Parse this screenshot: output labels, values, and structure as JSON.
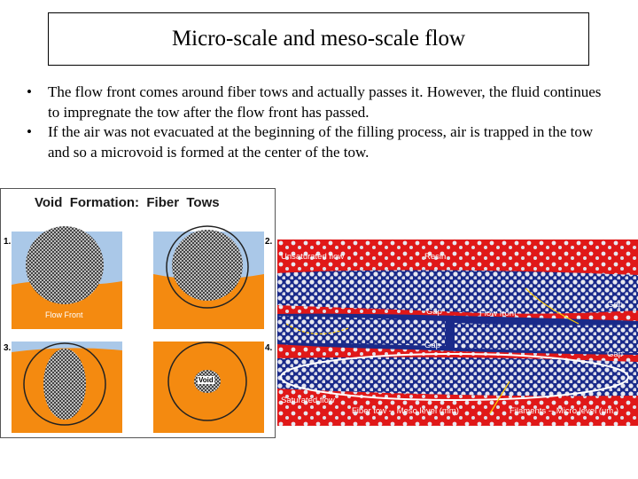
{
  "slide": {
    "title": "Micro-scale and meso-scale flow",
    "bullets": [
      "The flow front comes around fiber tows and actually passes it. However, the fluid continues to impregnate the tow after the flow front has passed.",
      "If the air was not evacuated at the beginning of the filling process, air is trapped in the tow and so a microvoid is formed at the center of the tow."
    ],
    "bullet_symbol": "•"
  },
  "figure_left": {
    "title": "Void  Formation:  Fiber  Tows",
    "panel_numbers": [
      "1.",
      "2.",
      "3.",
      "4."
    ],
    "flow_front_label": "Flow Front",
    "void_label": "Void",
    "colors": {
      "blue": "#aac8e8",
      "orange": "#f48a10",
      "tow": "#808080"
    }
  },
  "figure_right": {
    "labels": {
      "unsaturated_flow": "Unsaturated flow",
      "resin": "Resin",
      "gap_1": "Gap",
      "flow_front": "Flow front",
      "gap_2": "Gap",
      "gap_3": "Gap",
      "gap_4": "Gap",
      "saturated_flow": "Saturated flow",
      "fiber_tow": "Fiber tow -- Meso level (mm)",
      "filaments": "Filaments -- Micro level (um )"
    },
    "colors": {
      "resin": "#e01818",
      "tow_blue": "#1a2a8a",
      "fiber": "#e8e8f0"
    }
  }
}
